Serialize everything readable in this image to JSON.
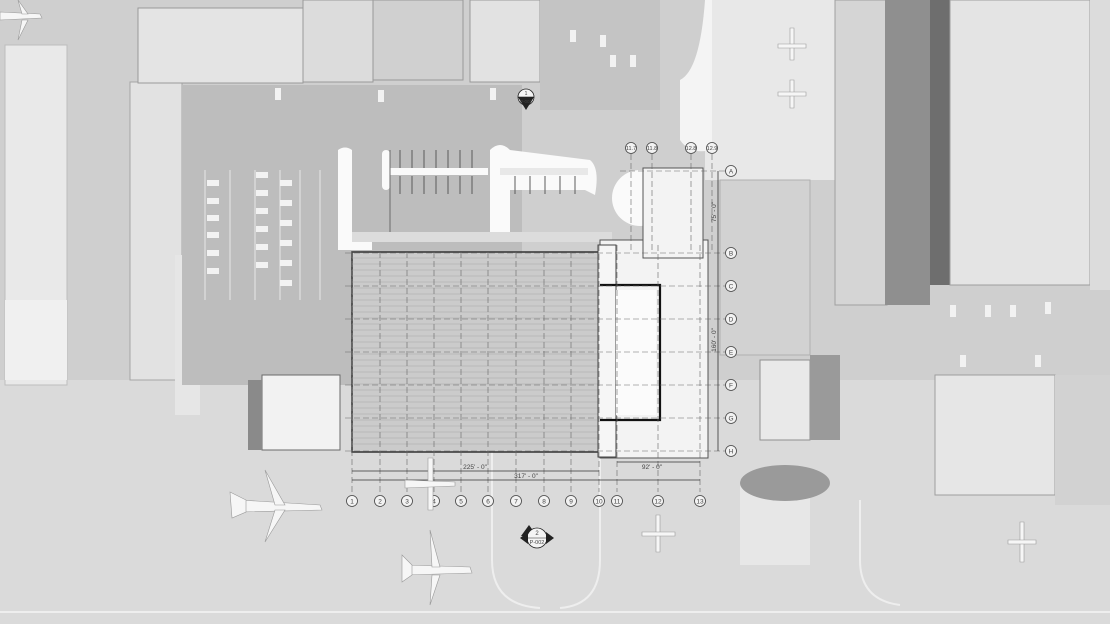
{
  "column_grid": [
    "1",
    "2",
    "3",
    "4",
    "5",
    "6",
    "7",
    "8",
    "9",
    "10",
    "11",
    "12",
    "13"
  ],
  "top_grid": [
    "11.7",
    "11.8",
    "12.8",
    "12.9"
  ],
  "row_grid": [
    "A",
    "B",
    "C",
    "D",
    "E",
    "F",
    "G",
    "H"
  ],
  "dimensions": {
    "hangar_width": "225' - 0\"",
    "total_width": "317' - 0\"",
    "annex_width": "92' - 0\"",
    "vertical_upper": "75' - 0\"",
    "vertical_lower": "160' - 0\""
  },
  "view_markers": {
    "north": {
      "number": "1",
      "sheet": "P-002"
    },
    "south": {
      "number": "2",
      "sheet": "P-002"
    }
  }
}
